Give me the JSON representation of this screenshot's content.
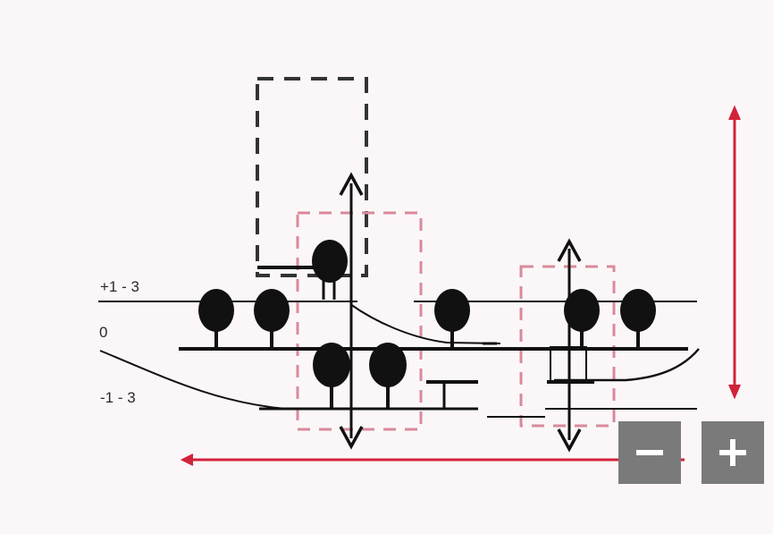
{
  "levels": {
    "upper": "+1 - 3",
    "ground": "0",
    "lower": "-1 - 3"
  },
  "colors": {
    "ink": "#111111",
    "accent_red": "#d2233a",
    "dash_pink": "#d98a9a",
    "dash_black": "#333333",
    "button_bg": "#7a7a7a",
    "button_icon": "#ffffff"
  },
  "controls": {
    "zoom_out_icon": "minus-icon",
    "zoom_in_icon": "plus-icon"
  }
}
